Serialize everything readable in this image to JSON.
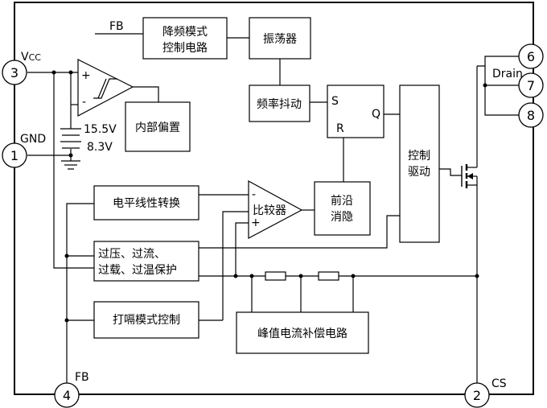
{
  "pins": {
    "vcc": {
      "number": "3",
      "label_main": "V",
      "label_sub": "CC"
    },
    "gnd": {
      "number": "1",
      "label": "GND"
    },
    "fb": {
      "number": "4",
      "label": "FB"
    },
    "cs": {
      "number": "2",
      "label": "CS"
    },
    "drain": {
      "numbers": [
        "6",
        "7",
        "8"
      ],
      "label": "Drain"
    }
  },
  "fb_input_label": "FB",
  "blocks": {
    "freq_reduce": [
      "降频模式",
      "控制电路"
    ],
    "oscillator": "振荡器",
    "freq_jitter": "频率抖动",
    "internal_bias": "内部偏置",
    "latch": {
      "s": "S",
      "r": "R",
      "q": "Q"
    },
    "driver": [
      "控制",
      "驱动"
    ],
    "level_shift": "电平线性转换",
    "comparator": "比较器",
    "leb": [
      "前沿",
      "消隐"
    ],
    "protection": [
      "过压、过流、",
      "过载、过温保护"
    ],
    "burst": "打嗝模式控制",
    "peak_comp": "峰值电流补偿电路"
  },
  "uvlo": {
    "plus": "+",
    "minus": "-",
    "v_on": "15.5V",
    "v_off": "8.3V"
  },
  "comp_signs": {
    "minus": "-",
    "plus": "+"
  }
}
